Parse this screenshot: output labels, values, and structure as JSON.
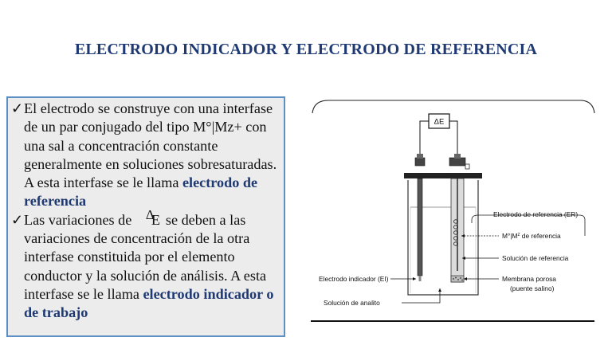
{
  "slide": {
    "title": "ELECTRODO INDICADOR Y ELECTRODO DE REFERENCIA"
  },
  "textbox": {
    "paragraph1": {
      "bullet": "✓",
      "text": "El electrodo se construye con una interfase de un par conjugado del tipo M°|Mz+ con una sal a concentración constante generalmente en soluciones sobresaturadas. A esta interfase se le llama ",
      "emphasis": "electrodo de referencia"
    },
    "paragraph2": {
      "bullet": "✓",
      "text_before": "Las variaciones de ",
      "symbol_letter": "E",
      "symbol_delta": "Δ",
      "text_after": "se deben a las variaciones de concentración de la otra interfase constituida por el elemento conductor y la solución de análisis. A esta interfase se le llama ",
      "emphasis": "electrodo indicador o de trabajo"
    }
  },
  "diagram": {
    "meter_label": "ΔE",
    "labels": {
      "reference_electrode": "Electrodo de referencia (ER)",
      "metal_couple": "M°|M",
      "metal_couple_sup": "z",
      "metal_couple_suffix": " de referencia",
      "reference_solution": "Solución de referencia",
      "porous_membrane": "Membrana porosa",
      "salt_bridge": "(puente salino)",
      "indicator_electrode": "Electrodo indicador (EI)",
      "analyte_solution": "Solución de analito"
    }
  }
}
